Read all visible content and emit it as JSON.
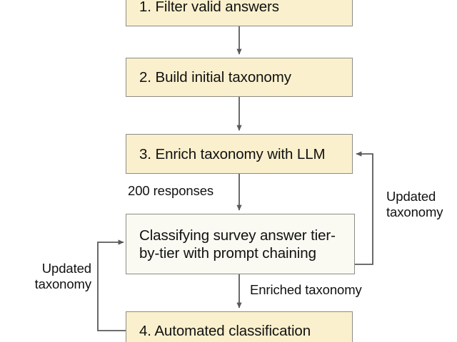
{
  "diagram": {
    "title_visible": false,
    "background_color": "#ffffff",
    "node_fill_step": "#faf0cd",
    "node_fill_process": "#faf9f2",
    "node_border_color": "#8c8c86",
    "connector_color": "#595959",
    "text_color": "#111111",
    "nodes": [
      {
        "id": "step1",
        "label": "1. Filter valid answers",
        "type": "step"
      },
      {
        "id": "step2",
        "label": "2. Build initial taxonomy",
        "type": "step"
      },
      {
        "id": "step3",
        "label": "3. Enrich taxonomy with LLM",
        "type": "step"
      },
      {
        "id": "process",
        "label": "Classifying survey answer tier-by-tier with prompt chaining",
        "type": "process"
      },
      {
        "id": "step4",
        "label": "4. Automated classification",
        "type": "step"
      }
    ],
    "edge_labels": [
      {
        "id": "responses",
        "text": "200 responses"
      },
      {
        "id": "updated-right",
        "text": "Updated\ntaxonomy"
      },
      {
        "id": "updated-left",
        "text": "Updated\ntaxonomy"
      },
      {
        "id": "enriched",
        "text": "Enriched taxonomy"
      }
    ]
  }
}
